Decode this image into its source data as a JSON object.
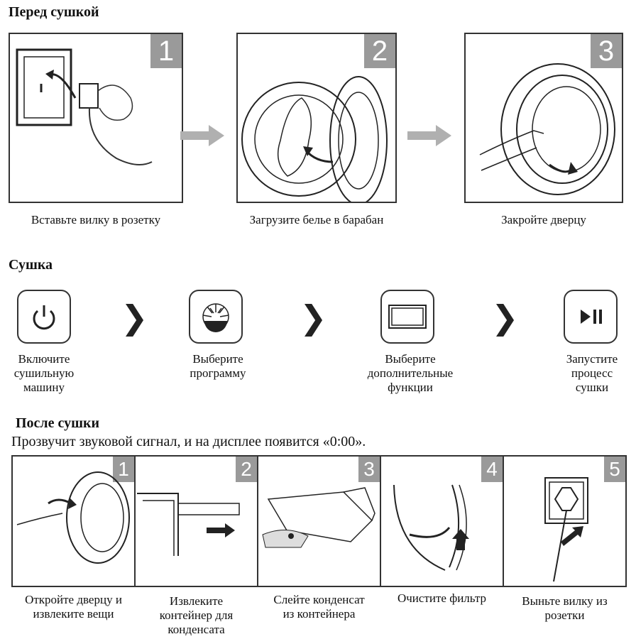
{
  "before": {
    "heading": "Перед сушкой",
    "steps": [
      {
        "num": "1",
        "caption": "Вставьте вилку в розетку"
      },
      {
        "num": "2",
        "caption": "Загрузите белье в барабан"
      },
      {
        "num": "3",
        "caption": "Закройте дверцу"
      }
    ]
  },
  "drying": {
    "heading": "Сушка",
    "steps": [
      {
        "caption": "Включите\nсушильную\nмашину",
        "icon": "power-icon"
      },
      {
        "caption": "Выберите\nпрограмму",
        "icon": "program-dial-icon"
      },
      {
        "caption": "Выберите\nдополнительные\nфункции",
        "icon": "display-icon"
      },
      {
        "caption": "Запустите\nпроцесс\nсушки",
        "icon": "play-pause-icon"
      }
    ]
  },
  "after": {
    "heading": "После сушки",
    "note": "Прозвучит звуковой сигнал, и на дисплее появится «0:00».",
    "steps": [
      {
        "num": "1",
        "caption": "Откройте дверцу и\nизвлеките вещи"
      },
      {
        "num": "2",
        "caption": "Извлеките\nконтейнер для\nконденсата"
      },
      {
        "num": "3",
        "caption": "Слейте конденсат\nиз контейнера"
      },
      {
        "num": "4",
        "caption": "Очистите фильтр"
      },
      {
        "num": "5",
        "caption": "Выньте вилку из\nрозетки"
      }
    ]
  }
}
